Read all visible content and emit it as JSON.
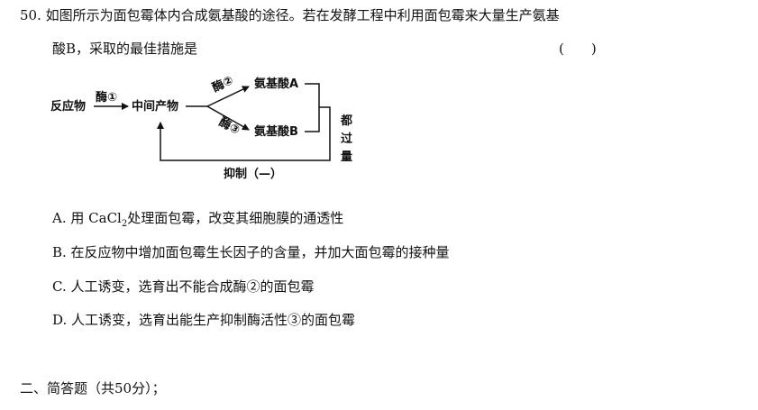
{
  "question": {
    "number": "50.",
    "line1": "如图所示为面包霉体内合成氨基酸的途径。若在发酵工程中利用面包霉来大量生产氨基",
    "line2": "酸B，采取的最佳措施是",
    "answer_paren": "(　　)"
  },
  "diagram": {
    "reactant": "反应物",
    "enzyme1": "酶①",
    "intermediate": "中间产物",
    "enzyme2": "酶②",
    "enzyme3": "酶③",
    "amino_a": "氨基酸A",
    "amino_b": "氨基酸B",
    "excess_1": "都",
    "excess_2": "过",
    "excess_3": "量",
    "inhibit": "抑制（—）"
  },
  "options": {
    "a_prefix": "A.",
    "a_text1": "用 CaCl",
    "a_sub": "2",
    "a_text2": "处理面包霉，改变其细胞膜的通透性",
    "b": "B. 在反应物中增加面包霉生长因子的含量，并加大面包霉的接种量",
    "c": "C. 人工诱变，选育出不能合成酶②的面包霉",
    "d": "D. 人工诱变，选育出能生产抑制酶活性③的面包霉"
  },
  "section2": "二、简答题（共50分）；"
}
